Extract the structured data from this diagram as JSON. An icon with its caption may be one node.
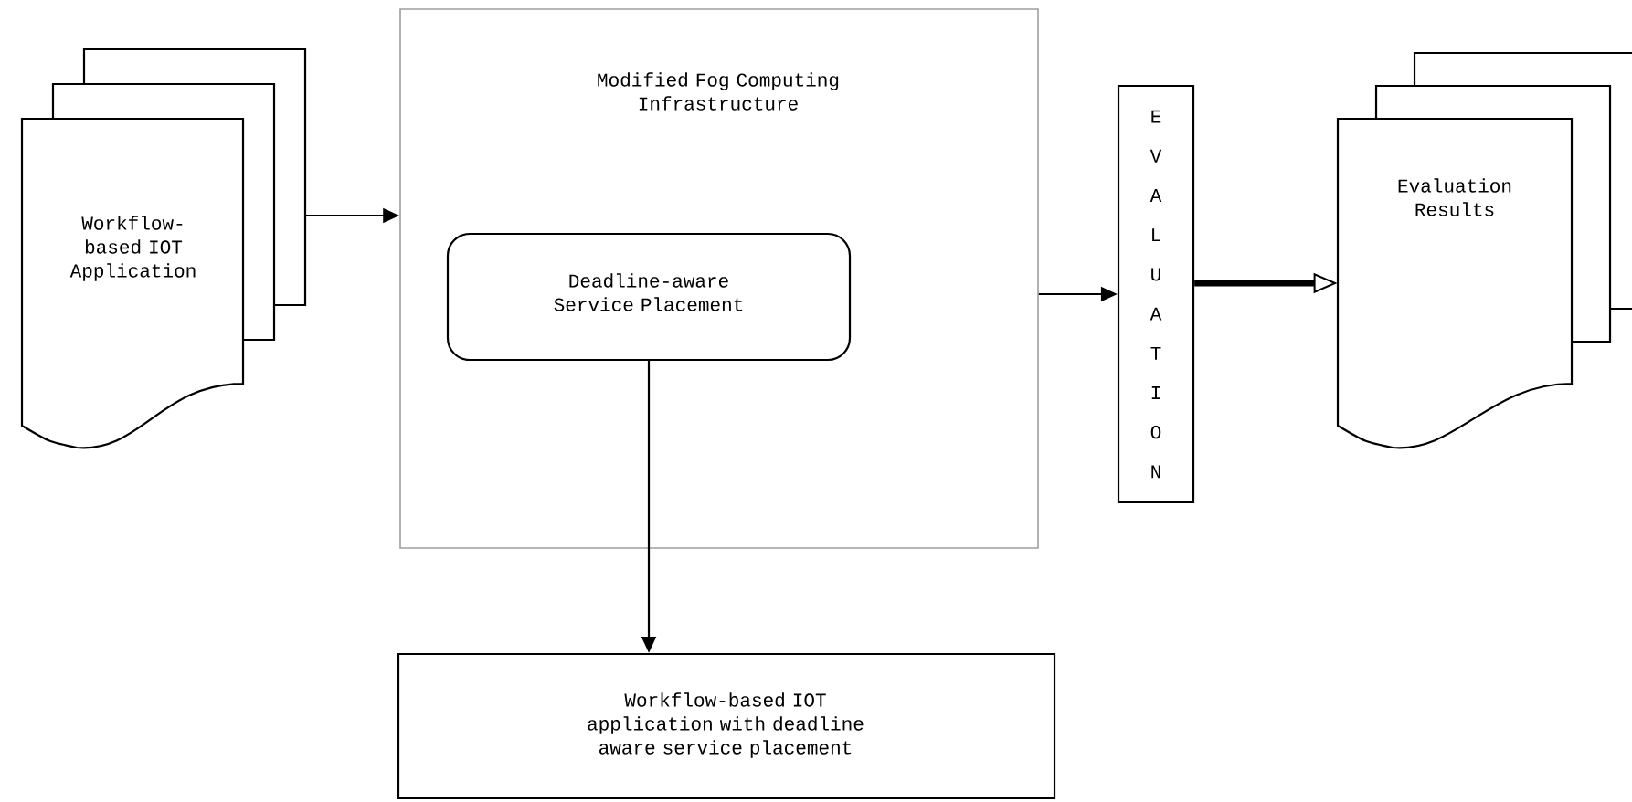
{
  "diagram": {
    "nodes": [
      {
        "text": [
          "Workflow-based IOT Application"
        ]
      },
      {
        "text": [
          "Modified Fog Computing Infrastructure"
        ]
      },
      {
        "text": [
          "Deadline-aware Service Placement"
        ],
        "in": 1
      },
      {
        "text": [
          "EVALUATION"
        ]
      },
      {
        "text": [
          "Evaluation Results"
        ]
      },
      {
        "text": [
          "Workflow-based IOT application with deadline aware service placement"
        ]
      }
    ],
    "edges": [
      {
        "from": 0,
        "to": 1,
        "arrow": "to"
      },
      {
        "from": 2,
        "to": 5,
        "arrow": "to"
      },
      {
        "from": 1,
        "to": 3,
        "arrow": "to"
      },
      {
        "from": 3,
        "to": 4,
        "arrow": "to",
        "style": "thick"
      }
    ]
  }
}
